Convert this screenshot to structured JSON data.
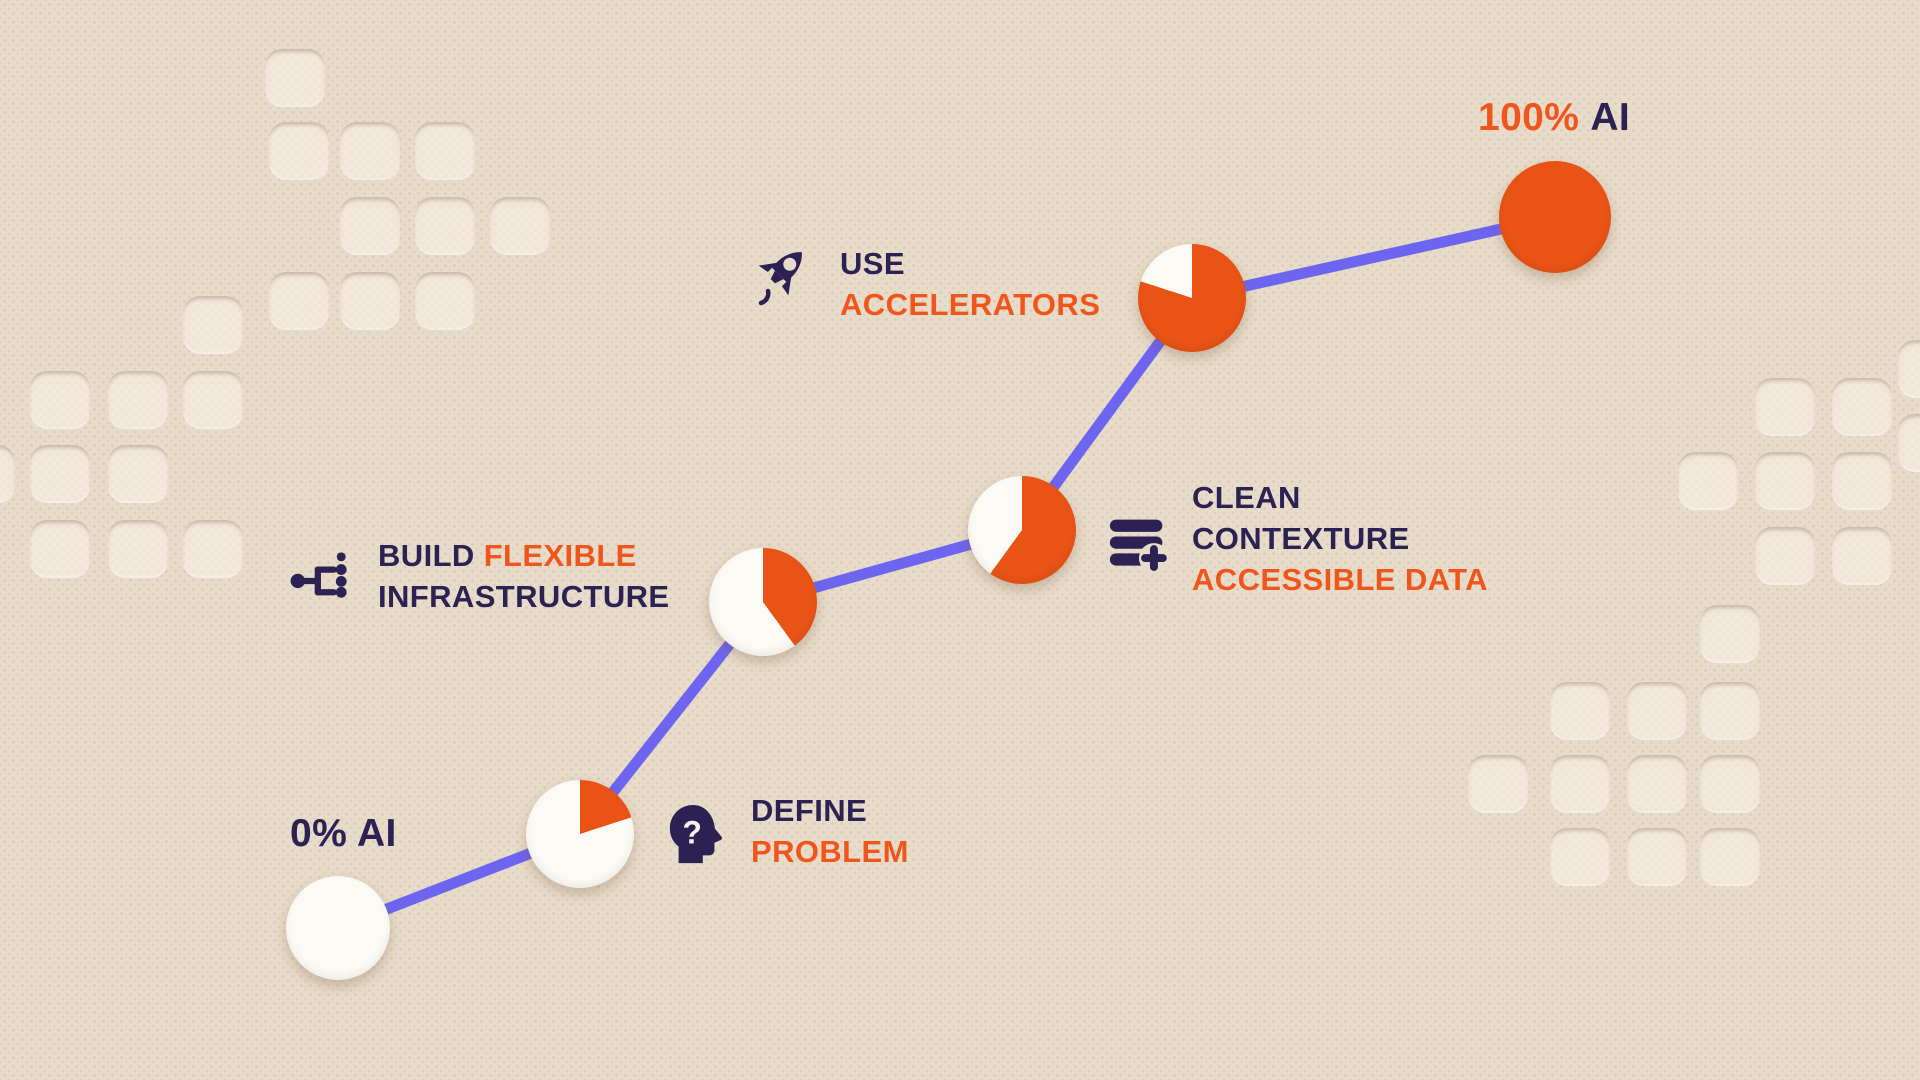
{
  "palette": {
    "background": "#e7dbc9",
    "navy": "#2b2153",
    "orange": "#f0561c",
    "pie_fill": "#e95316",
    "pie_empty": "#fcfaf5",
    "path_line": "#6d64f0"
  },
  "endpoints": {
    "start_label": "0% AI",
    "end_percent": "100%",
    "end_suffix": "AI"
  },
  "journey": {
    "nodes": [
      {
        "name": "start",
        "ai_percent": 0
      },
      {
        "name": "define-problem",
        "ai_percent": 20
      },
      {
        "name": "build-flexible-infrastructure",
        "ai_percent": 40
      },
      {
        "name": "clean-contexture-accessible-data",
        "ai_percent": 60
      },
      {
        "name": "use-accelerators",
        "ai_percent": 80
      },
      {
        "name": "end",
        "ai_percent": 100
      }
    ]
  },
  "steps": {
    "define": {
      "icon": "question-head-icon",
      "line1": "DEFINE",
      "line2": "PROBLEM"
    },
    "build": {
      "icon": "hierarchy-icon",
      "line1_navy": "BUILD",
      "line1_orange": "FLEXIBLE",
      "line2": "INFRASTRUCTURE"
    },
    "clean": {
      "icon": "database-plus-icon",
      "line1": "CLEAN",
      "line2": "CONTEXTURE",
      "line3": "ACCESSIBLE DATA"
    },
    "use": {
      "icon": "rocket-icon",
      "line1": "USE",
      "line2": "ACCELERATORS"
    }
  }
}
